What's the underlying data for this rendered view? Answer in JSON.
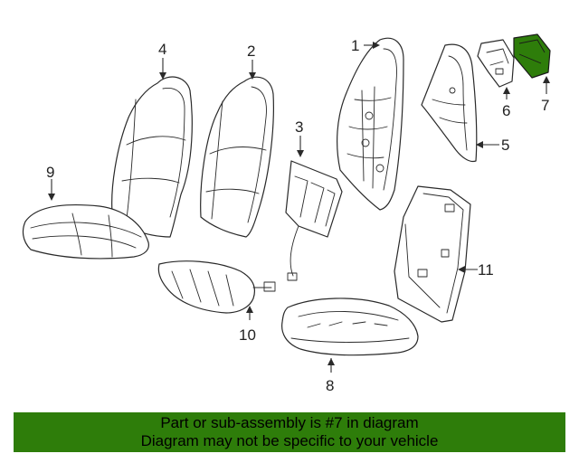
{
  "diagram": {
    "highlight_color": "#2e7d0a",
    "callouts": {
      "part_1": "1",
      "part_2": "2",
      "part_3": "3",
      "part_4": "4",
      "part_5": "5",
      "part_6": "6",
      "part_7": "7",
      "part_8": "8",
      "part_9": "9",
      "part_10": "10",
      "part_11": "11"
    }
  },
  "banner": {
    "line1": "Part or sub-assembly is #7 in diagram",
    "line2": "Diagram may not be specific to your vehicle",
    "background": "#2e7d0a"
  }
}
